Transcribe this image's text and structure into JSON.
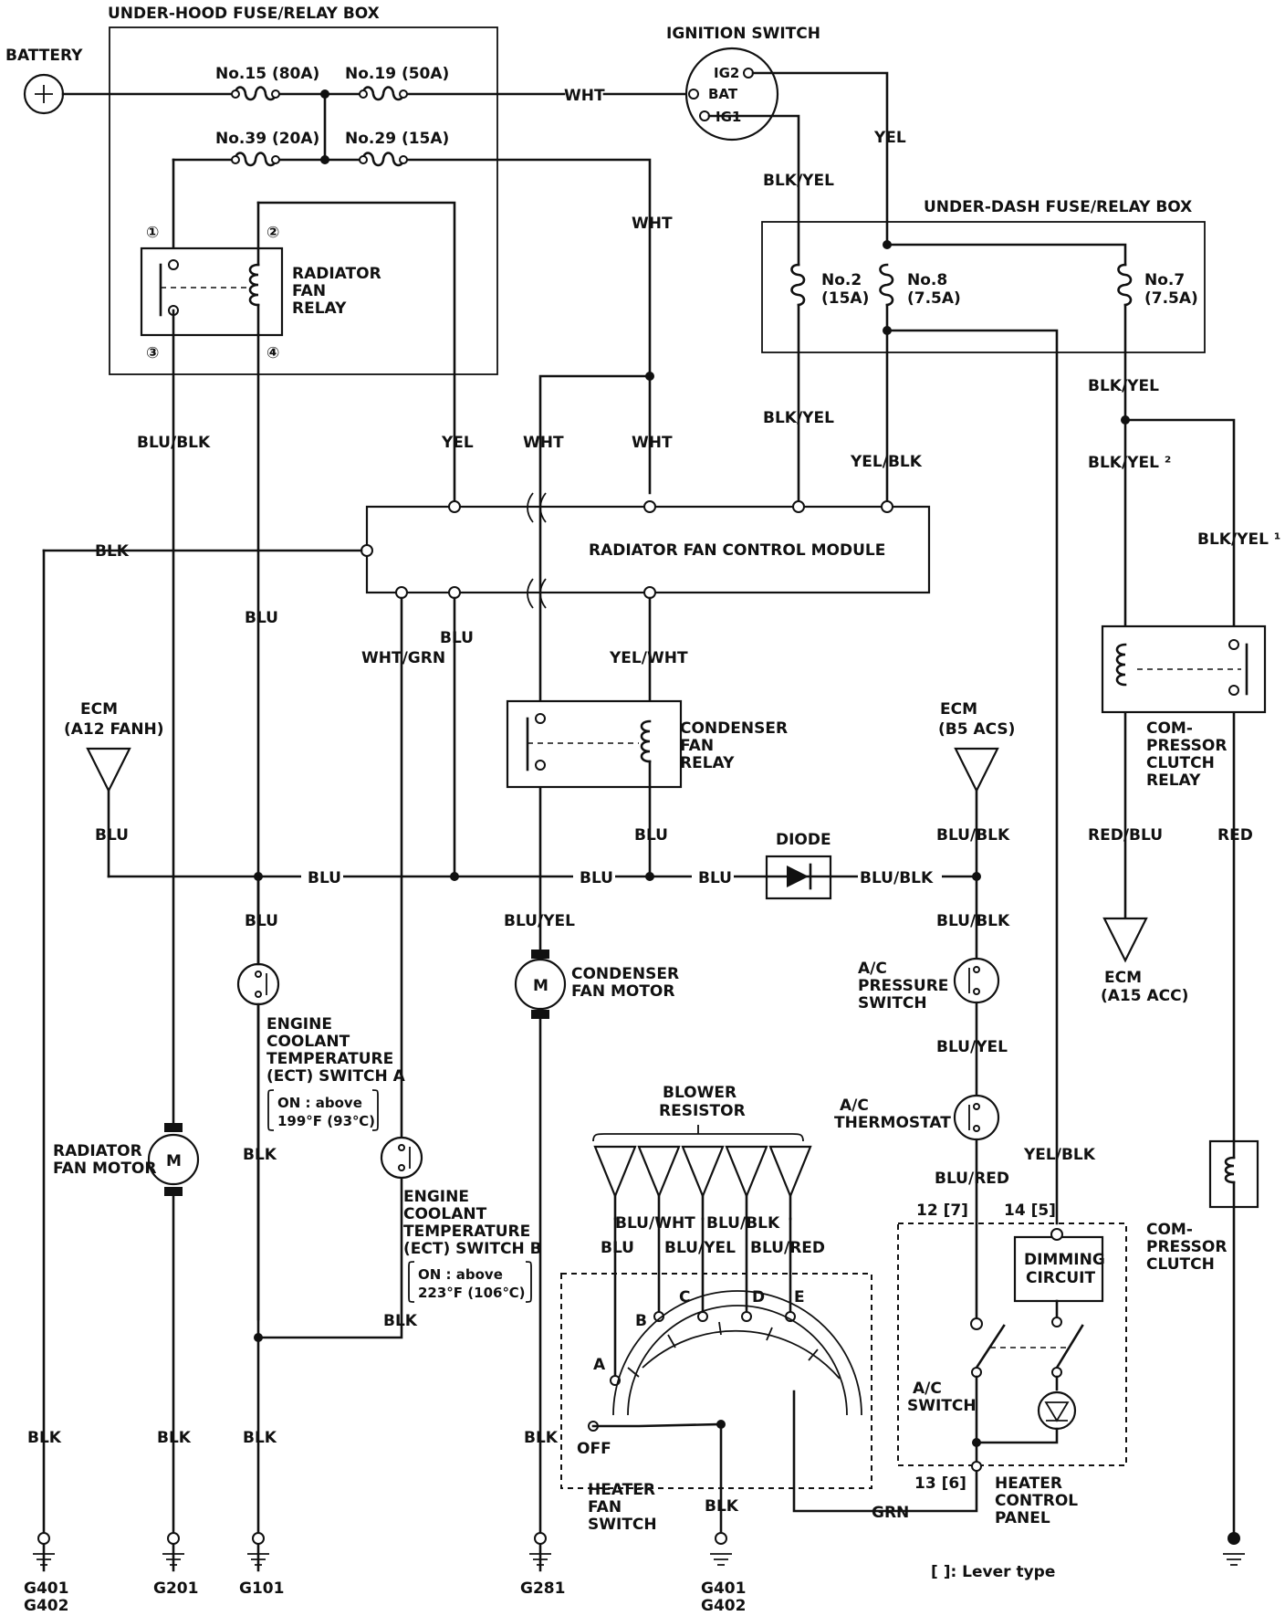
{
  "boxes": {
    "under_hood": "UNDER-HOOD FUSE/RELAY BOX",
    "under_dash": "UNDER-DASH FUSE/RELAY BOX",
    "ignition": "IGNITION SWITCH",
    "module": "RADIATOR FAN CONTROL MODULE",
    "heater_panel": [
      "HEATER",
      "CONTROL",
      "PANEL"
    ],
    "lever_note": "[ ]: Lever type"
  },
  "battery": "BATTERY",
  "ignition_terminals": [
    "IG2",
    "BAT",
    "IG1"
  ],
  "fuses": {
    "f15": "No.15 (80A)",
    "f19": "No.19 (50A)",
    "f39": "No.39 (20A)",
    "f29": "No.29 (15A)",
    "f2": [
      "No.2",
      "(15A)"
    ],
    "f8": [
      "No.8",
      "(7.5A)"
    ],
    "f7": [
      "No.7",
      "(7.5A)"
    ]
  },
  "relays": {
    "radiator": [
      "RADIATOR",
      "FAN",
      "RELAY"
    ],
    "radiator_pins": [
      "①",
      "②",
      "③",
      "④"
    ],
    "condenser": [
      "CONDENSER",
      "FAN",
      "RELAY"
    ],
    "compressor": [
      "COM-",
      "PRESSOR",
      "CLUTCH",
      "RELAY"
    ]
  },
  "components": {
    "radiator_motor": [
      "RADIATOR",
      "FAN MOTOR"
    ],
    "condenser_motor": [
      "CONDENSER",
      "FAN MOTOR"
    ],
    "motor_symbol": "M",
    "ect_a": [
      "ENGINE",
      "COOLANT",
      "TEMPERATURE",
      "(ECT) SWITCH A"
    ],
    "ect_a_spec": [
      "ON : above",
      "199°F (93℃)"
    ],
    "ect_b": [
      "ENGINE",
      "COOLANT",
      "TEMPERATURE",
      "(ECT) SWITCH B"
    ],
    "ect_b_spec": [
      "ON : above",
      "223°F (106℃)"
    ],
    "diode": "DIODE",
    "ac_pressure": [
      "A/C",
      "PRESSURE",
      "SWITCH"
    ],
    "ac_thermostat": [
      "A/C",
      "THERMOSTAT"
    ],
    "blower_resistor": [
      "BLOWER",
      "RESISTOR"
    ],
    "heater_fan_switch": [
      "HEATER",
      "FAN",
      "SWITCH"
    ],
    "dimming": [
      "DIMMING",
      "CIRCUIT"
    ],
    "ac_switch": [
      "A/C",
      "SWITCH"
    ],
    "comp_clutch": [
      "COM-",
      "PRESSOR",
      "CLUTCH"
    ],
    "fan_positions": [
      "A",
      "B",
      "C",
      "D",
      "E",
      "OFF"
    ]
  },
  "ecm": {
    "fanh": [
      "ECM",
      "(A12 FANH)"
    ],
    "acs": [
      "ECM",
      "(B5 ACS)"
    ],
    "acc": [
      "ECM",
      "(A15 ACC)"
    ]
  },
  "pins": {
    "p12": "12 [7]",
    "p14": "14 [5]",
    "p13": "13 [6]"
  },
  "wires": {
    "wht": "WHT",
    "yel": "YEL",
    "blk": "BLK",
    "blu": "BLU",
    "grn": "GRN",
    "red": "RED",
    "blk_yel": "BLK/YEL",
    "blk_yel2": "BLK/YEL ²",
    "blk_yel1": "BLK/YEL ¹",
    "yel_blk": "YEL/BLK",
    "blu_blk": "BLU/BLK",
    "wht_grn": "WHT/GRN",
    "yel_wht": "YEL/WHT",
    "blu_yel": "BLU/YEL",
    "blu_red": "BLU/RED",
    "red_blu": "RED/BLU",
    "blu_wht": "BLU/WHT"
  },
  "grounds": {
    "g1": [
      "G401",
      "G402"
    ],
    "g2": "G201",
    "g3": "G101",
    "g4": "G281",
    "g5": [
      "G401",
      "G402"
    ]
  }
}
